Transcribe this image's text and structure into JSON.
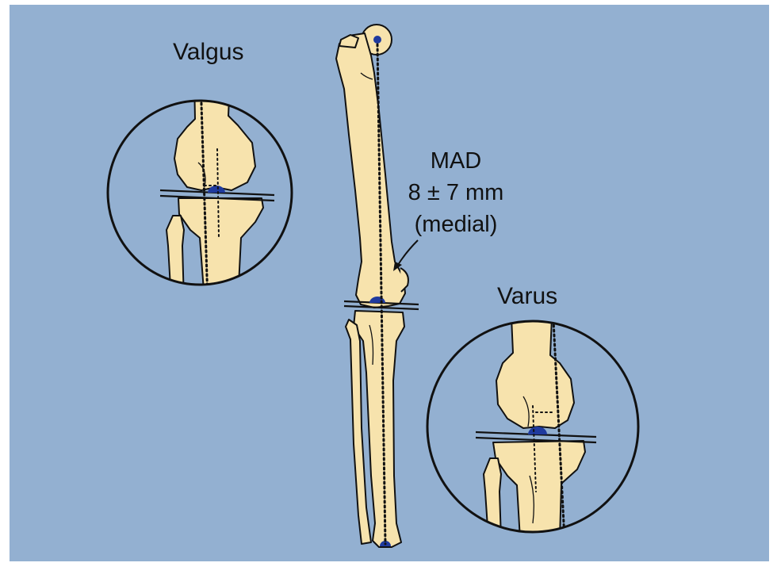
{
  "labels": {
    "valgus": "Valgus",
    "varus": "Varus",
    "mad_title": "MAD",
    "mad_value": "8 ± 7 mm",
    "mad_side": "(medial)"
  },
  "colors": {
    "background": "#93b0d1",
    "bone": "#f7e3ad",
    "outline": "#111111",
    "joint_marker": "#1f3a9e",
    "circle_fill": "#93b0d1"
  },
  "icons": {
    "femoral_head_marker": "blue-dot",
    "knee_marker": "blue-half-dot",
    "ankle_marker": "blue-half-dot"
  }
}
